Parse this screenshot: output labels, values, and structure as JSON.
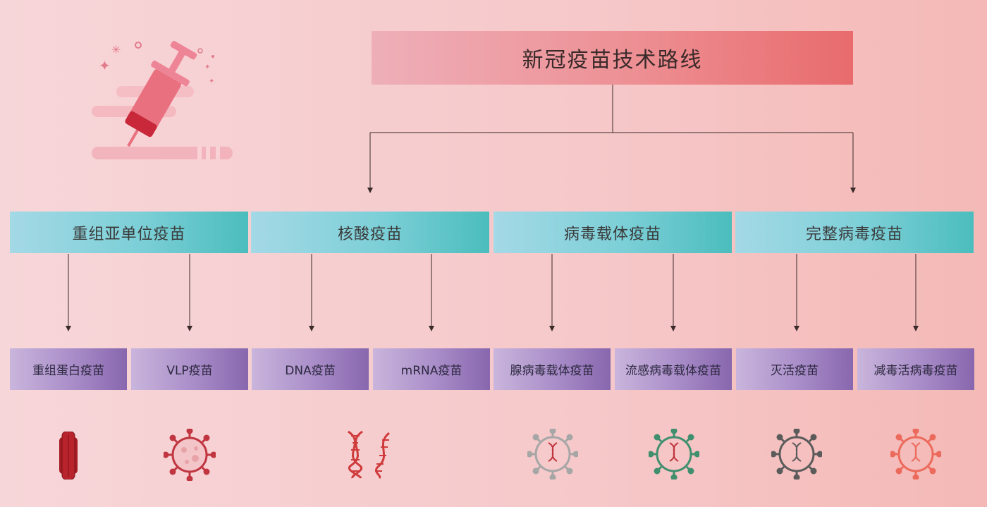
{
  "title": "新冠疫苗技术路线",
  "categories": [
    {
      "label": "重组亚单位疫苗",
      "children": [
        "重组蛋白疫苗",
        "VLP疫苗"
      ]
    },
    {
      "label": "核酸疫苗",
      "children": [
        "DNA疫苗",
        "mRNA疫苗"
      ]
    },
    {
      "label": "病毒载体疫苗",
      "children": [
        "腺病毒载体疫苗",
        "流感病毒载体疫苗"
      ]
    },
    {
      "label": "完整病毒疫苗",
      "children": [
        "灭活疫苗",
        "减毒活病毒疫苗"
      ]
    }
  ],
  "icons": [
    {
      "name": "protein-icon",
      "color": "#a51c24"
    },
    {
      "name": "vlp-virus-icon",
      "color": "#c0353f"
    },
    {
      "name": "dna-helix-icon",
      "color": "#cf3a3a"
    },
    {
      "name": "adenovirus-icon",
      "color": "#a6a6a6"
    },
    {
      "name": "influenza-virus-icon",
      "color": "#3f8f6f"
    },
    {
      "name": "inactivated-virus-icon",
      "color": "#5b5b5b"
    },
    {
      "name": "attenuated-virus-icon",
      "color": "#ec6a5c"
    }
  ],
  "colors": {
    "root_box": "#e86b6d",
    "category_box": "#4bbdbd",
    "leaf_box": "#8867ae",
    "connector": "#3a2a2a"
  }
}
